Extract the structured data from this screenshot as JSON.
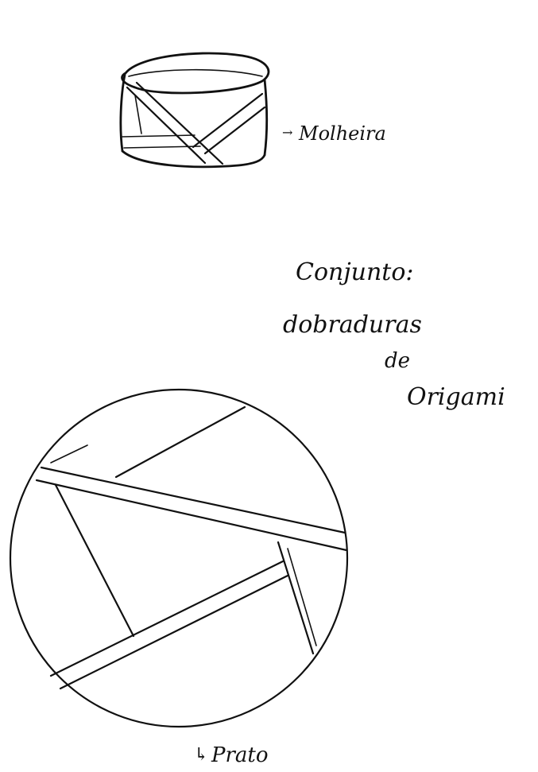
{
  "sketch": {
    "bowl_label": "Molheira",
    "bowl_arrow": "→",
    "note_line1": "Conjunto:",
    "note_line2": "dobraduras",
    "note_line3": "de",
    "note_line4": "Origami",
    "plate_label": "Prato",
    "plate_arrow": "↳",
    "ink_color": "#111111",
    "paper_color": "#ffffff"
  }
}
